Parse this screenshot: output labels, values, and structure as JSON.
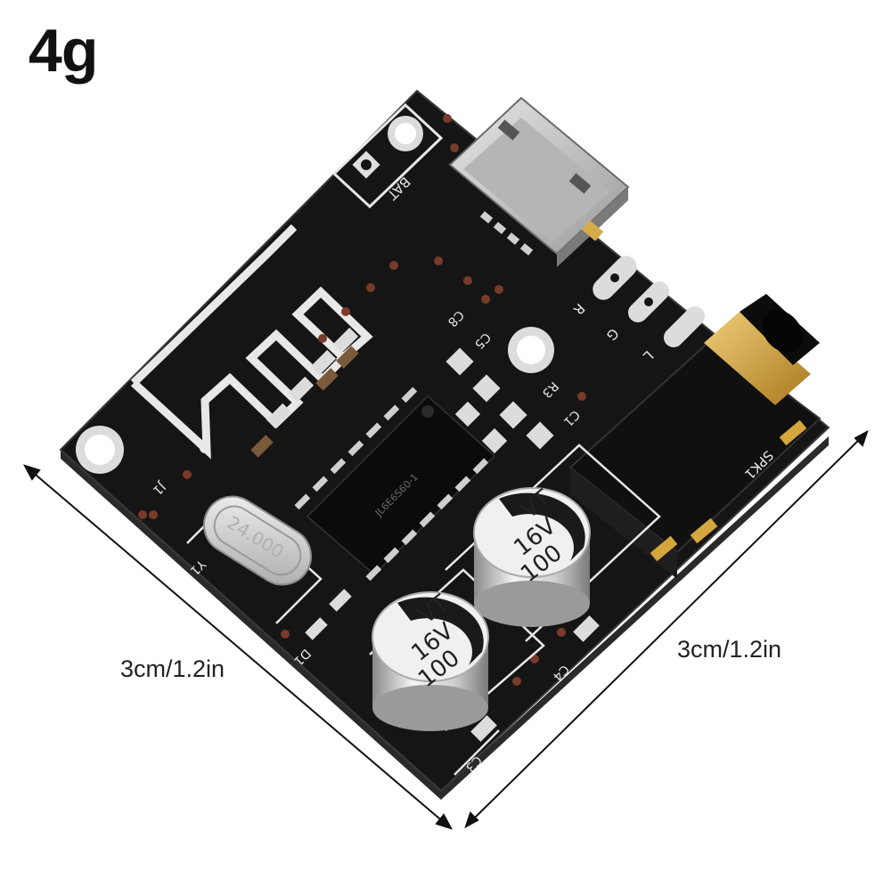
{
  "weight": "4g",
  "dimensions": {
    "left": "3cm/1.2in",
    "right": "3cm/1.2in"
  },
  "board": {
    "crystal_text": "24.000",
    "capacitors": [
      {
        "value": "100",
        "voltage": "16V",
        "series": "VT"
      },
      {
        "value": "100",
        "voltage": "16V",
        "series": "VT"
      }
    ],
    "silkscreen": {
      "bat": "BAT",
      "spk": "SPK1",
      "y1": "Y1",
      "c1": "C1",
      "c3": "C3",
      "c4": "C4",
      "c5": "C5",
      "c8": "C8",
      "r3": "R3",
      "j1": "J1",
      "d1": "D1",
      "r_ch": "R",
      "g_ch": "G",
      "l_ch": "L",
      "ic_text": "JL6E6S60-1"
    },
    "colors": {
      "pcb": "#151515",
      "silk": "#e8e8e8",
      "gold": "#d4a63c",
      "metal": "#c9c9c9"
    }
  }
}
